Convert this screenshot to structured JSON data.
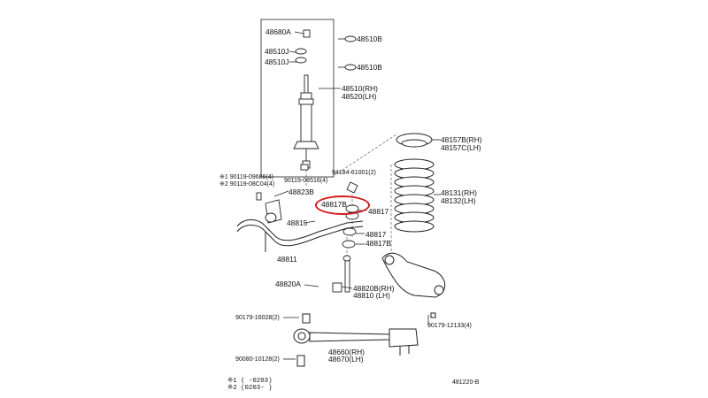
{
  "diagram": {
    "parts": {
      "p48680A": "48680A",
      "p48510B_top": "48510B",
      "p48510J_a": "48510J",
      "p48510J_b": "48510J",
      "p48510B_mid": "48510B",
      "p48510RH": "48510(RH)",
      "p48520LH": "48520(LH)",
      "p48157B": "48157B(RH)",
      "p48157C": "48157C(LH)",
      "p94184": "94184-61001(2)",
      "p90119_09686": "※1  90119-09686(4)",
      "p90119_08C04": "※2  90119-08C04(4)",
      "p90119_08516": "90119-08516(4)",
      "p48823B": "48823B",
      "p48817B_hl": "48817B",
      "p48817_a": "48817",
      "p48815": "48815",
      "p48817_b": "48817",
      "p48817B_b": "48817B",
      "p48131": "48131(RH)",
      "p48132": "48132(LH)",
      "p48811": "48811",
      "p48820A": "48820A",
      "p48820B": "48820B(RH)",
      "p48810": "48810  (LH)",
      "p90179_16028": "90179-16028(2)",
      "p90179_12133": "90179-12133(4)",
      "p48660": "48660(RH)",
      "p48670": "48670(LH)",
      "p90080": "90080-10128(2)",
      "note1": "※1  (        -0203)",
      "note2": "※2  (0203-        )",
      "figure_code": "481220-B"
    },
    "highlight_color": "#d41a1a"
  }
}
